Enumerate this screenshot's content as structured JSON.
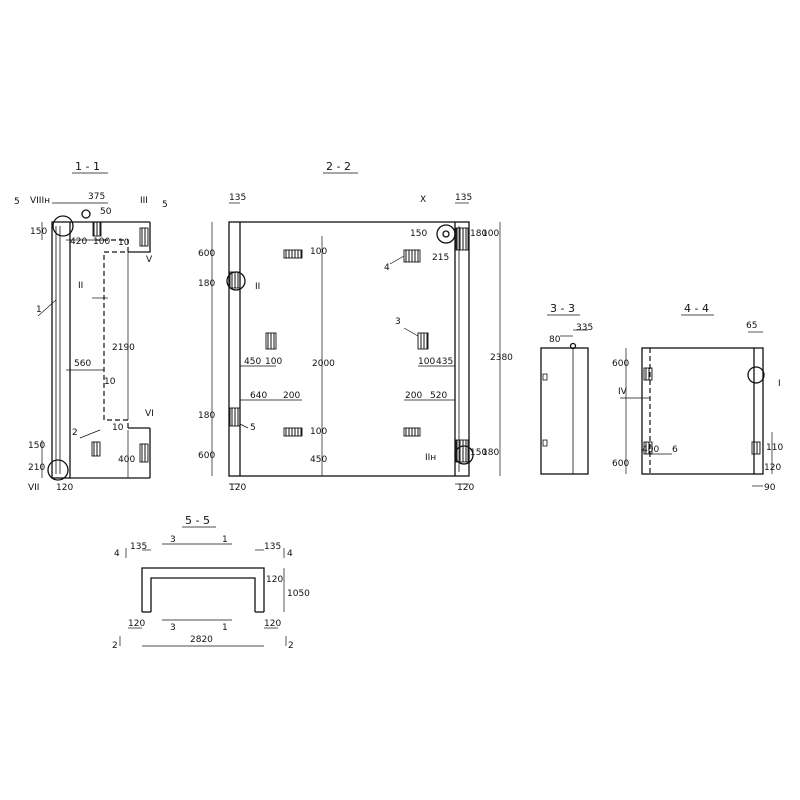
{
  "sections": {
    "s11": {
      "title": "1 - 1",
      "labels": [
        "5",
        "VIIIн",
        "375",
        "50",
        "III",
        "5",
        "150",
        "420",
        "100",
        "10",
        "V",
        "II",
        "1",
        "2190",
        "560",
        "10",
        "VI",
        "10",
        "2",
        "400",
        "210",
        "150",
        "VII",
        "120"
      ]
    },
    "s22": {
      "title": "2 - 2",
      "labels": [
        "135",
        "X",
        "135",
        "600",
        "180",
        "II",
        "100",
        "150",
        "4",
        "215",
        "180",
        "100",
        "3",
        "100",
        "450",
        "100",
        "2000",
        "435",
        "2380",
        "640",
        "200",
        "200",
        "520",
        "180",
        "5",
        "600",
        "100",
        "450",
        "IIн",
        "150",
        "180",
        "120",
        "120"
      ]
    },
    "s33": {
      "title": "3 - 3",
      "labels": [
        "80",
        "335"
      ]
    },
    "s44": {
      "title": "4 - 4",
      "labels": [
        "65",
        "600",
        "IV",
        "I",
        "6",
        "400",
        "600",
        "110",
        "120",
        "90"
      ]
    },
    "s55": {
      "title": "5 - 5",
      "labels": [
        "4",
        "135",
        "3",
        "1",
        "135",
        "4",
        "120",
        "1050",
        "120",
        "3",
        "1",
        "120",
        "2",
        "2820",
        "2"
      ]
    }
  }
}
